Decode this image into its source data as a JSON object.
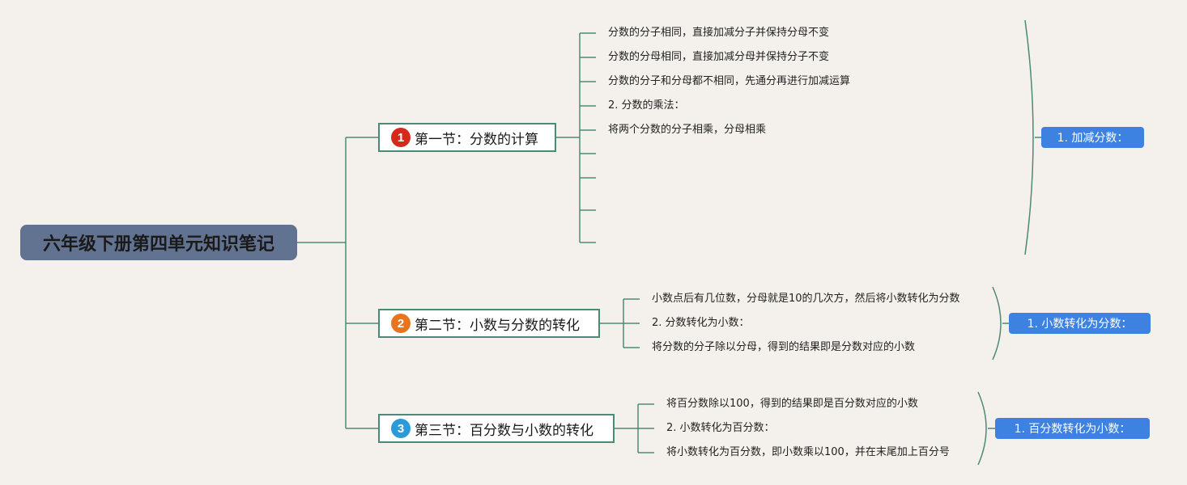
{
  "root": {
    "title": "六年级下册第四单元知识笔记"
  },
  "colors": {
    "line": "#4c8a78",
    "summary": "#3d82e0",
    "root": "#627391"
  },
  "topics": [
    {
      "number": "1",
      "badge_color": "#d42a1c",
      "label": "第一节：分数的计算",
      "summary": "1. 加减分数：",
      "leaves": [
        "分数的分子相同，直接加减分子并保持分母不变",
        "分数的分母相同，直接加减分母并保持分子不变",
        "分数的分子和分母都不相同，先通分再进行加减运算",
        "2. 分数的乘法：",
        "将两个分数的分子相乘，分母相乘",
        "",
        "",
        "",
        ""
      ]
    },
    {
      "number": "2",
      "badge_color": "#e8751e",
      "label": "第二节：小数与分数的转化",
      "summary": "1. 小数转化为分数：",
      "leaves": [
        "小数点后有几位数，分母就是10的几次方，然后将小数转化为分数",
        "2. 分数转化为小数：",
        "将分数的分子除以分母，得到的结果即是分数对应的小数"
      ]
    },
    {
      "number": "3",
      "badge_color": "#2a9bd8",
      "label": "第三节：百分数与小数的转化",
      "summary": "1. 百分数转化为小数：",
      "leaves": [
        "将百分数除以100，得到的结果即是百分数对应的小数",
        "2. 小数转化为百分数：",
        "将小数转化为百分数，即小数乘以100，并在末尾加上百分号"
      ]
    }
  ]
}
